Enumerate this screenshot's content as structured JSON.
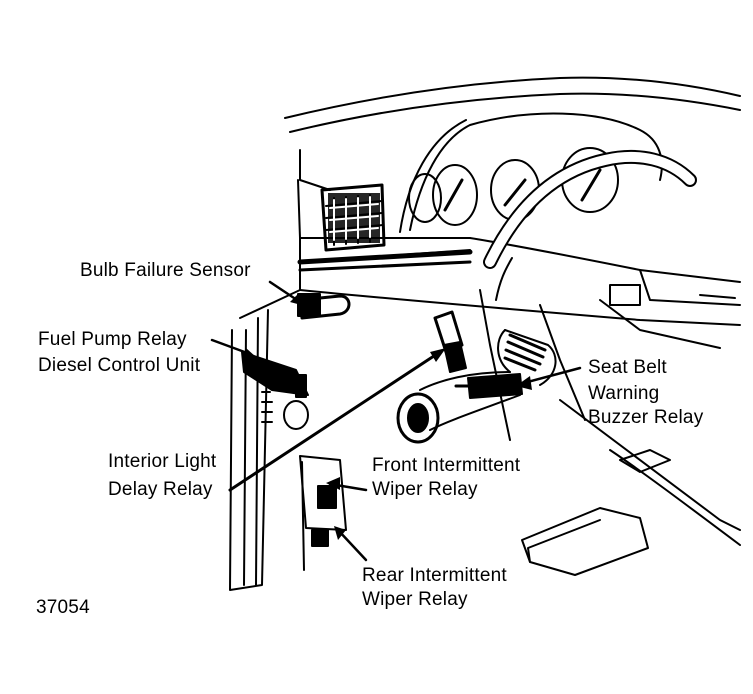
{
  "labels": {
    "bulb_failure_sensor": "Bulb Failure Sensor",
    "fuel_pump_relay_line1": "Fuel Pump Relay",
    "fuel_pump_relay_line2": "Diesel Control Unit",
    "interior_light_line1": "Interior Light",
    "interior_light_line2": "Delay Relay",
    "front_wiper_line1": "Front Intermittent",
    "front_wiper_line2": "Wiper Relay",
    "rear_wiper_line1": "Rear Intermittent",
    "rear_wiper_line2": "Wiper Relay",
    "seat_belt_line1": "Seat Belt",
    "seat_belt_line2": "Warning",
    "seat_belt_line3": "Buzzer Relay"
  },
  "figure_number": "37054",
  "colors": {
    "ink": "#000000",
    "paper": "#ffffff"
  }
}
